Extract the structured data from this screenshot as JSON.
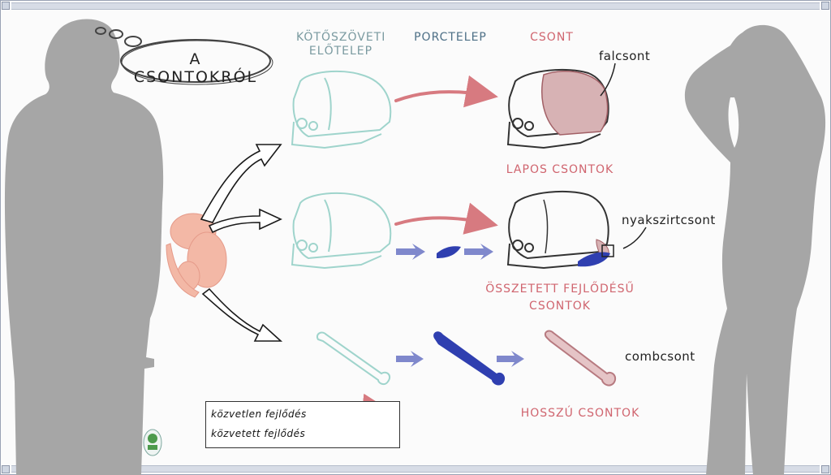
{
  "title": "A CSONTOKRÓL",
  "columns": {
    "col1_line1": "KÖTŐSZÖVETI",
    "col1_line2": "ELŐTELEP",
    "col2": "PORCTELEP",
    "col3": "CSONT"
  },
  "categories": {
    "flat": "LAPOS CSONTOK",
    "mixed_line1": "ÖSSZETETT FEJLŐDÉSŰ",
    "mixed_line2": "CSONTOK",
    "long": "HOSSZÚ CSONTOK"
  },
  "bone_labels": {
    "parietal": "falcsont",
    "occipital": "nyakszirtcsont",
    "femur": "combcsont"
  },
  "legend": {
    "direct": "közvetlen fejlődés",
    "indirect": "közvetett fejlődés"
  },
  "colors": {
    "connective": "#9fd4cc",
    "cartilage": "#2f3fb0",
    "bone": "#c9838a",
    "direct_arrow": "#d77a80",
    "indirect_arrow": "#7f88cc",
    "silhouette": "#a6a6a6",
    "embryo": "#f3b8a6"
  }
}
